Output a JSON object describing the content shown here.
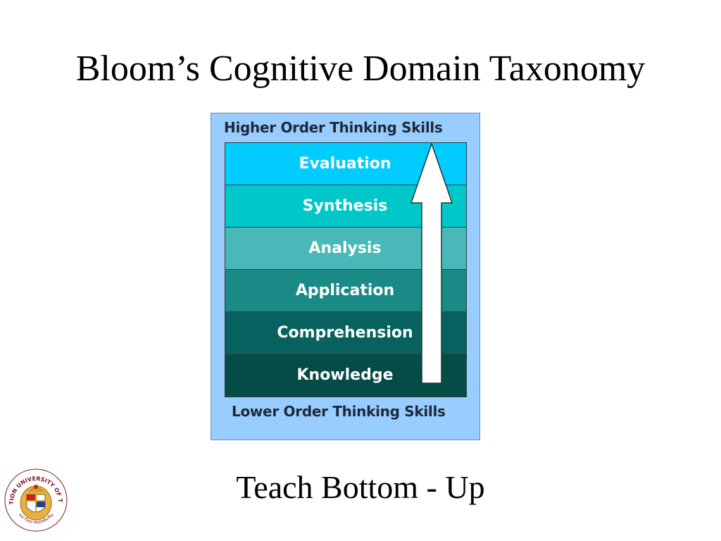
{
  "slide": {
    "title": "Bloom’s Cognitive Domain Taxonomy",
    "subtitle": "Teach Bottom - Up"
  },
  "pyramid": {
    "top_caption": "Higher Order  Thinking Skills",
    "bottom_caption": "Lower Order Thinking Skills",
    "levels": [
      {
        "label": "Evaluation",
        "color": "#00ccff"
      },
      {
        "label": "Synthesis",
        "color": "#00c8c8"
      },
      {
        "label": "Analysis",
        "color": "#48b8b8"
      },
      {
        "label": "Application",
        "color": "#1a8a86"
      },
      {
        "label": "Comprehension",
        "color": "#07625f"
      },
      {
        "label": "Knowledge",
        "color": "#054b46"
      }
    ],
    "panel_color": "#99ccff",
    "arrow_color": "#ffffff",
    "arrow_icon": "up-arrow-icon"
  },
  "logo": {
    "text_top": "ASSUMPTION UNIVERSITY OF THAILAND",
    "text_bottom": "มหาวิทยาลัยอัสสัมชัญ",
    "icon": "university-seal-icon"
  }
}
